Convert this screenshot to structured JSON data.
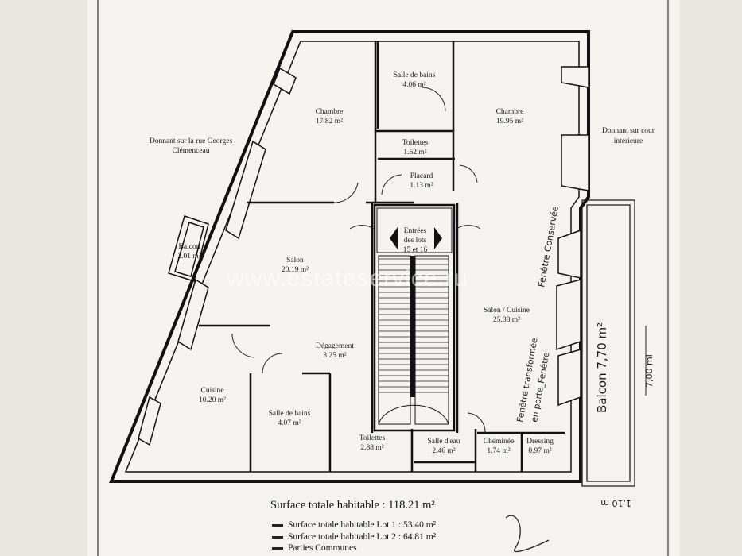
{
  "rooms": [
    {
      "key": "chambre1",
      "name": "Chambre",
      "area": "17.82 m²"
    },
    {
      "key": "sdb1",
      "name": "Salle de bains",
      "area": "4.06 m²"
    },
    {
      "key": "chambre2",
      "name": "Chambre",
      "area": "19.95 m²"
    },
    {
      "key": "toilettes1",
      "name": "Toilettes",
      "area": "1.52 m²"
    },
    {
      "key": "placard",
      "name": "Placard",
      "area": "1.13 m²"
    },
    {
      "key": "balcon",
      "name": "Balcon",
      "area": "2.01 m²"
    },
    {
      "key": "salon",
      "name": "Salon",
      "area": "20.19 m²"
    },
    {
      "key": "salon_cuisine",
      "name": "Salon / Cuisine",
      "area": "25.38 m²"
    },
    {
      "key": "degagement",
      "name": "Dégagement",
      "area": "3.25 m²"
    },
    {
      "key": "cuisine",
      "name": "Cuisine",
      "area": "10.20 m²"
    },
    {
      "key": "sdb2",
      "name": "Salle de bains",
      "area": "4.07 m²"
    },
    {
      "key": "toilettes2",
      "name": "Toilettes",
      "area": "2.88 m²"
    },
    {
      "key": "salle_eau",
      "name": "Salle d'eau",
      "area": "2.46 m²"
    },
    {
      "key": "cheminee",
      "name": "Cheminée",
      "area": "1.74 m²"
    },
    {
      "key": "dressing",
      "name": "Dressing",
      "area": "0.97 m²"
    }
  ],
  "entrance": {
    "line1": "Entrées",
    "line2": "des lots",
    "line3": "15 et 16"
  },
  "street_note": {
    "line1": "Donnant sur la rue Georges",
    "line2": "Clémenceau"
  },
  "court_note": {
    "line1": "Donnant sur cour",
    "line2": "intérieure"
  },
  "handwritten": {
    "fenetre_conservee": "Fenêtre Conservée",
    "fenetre_transformee_1": "Fenêtre transformée",
    "fenetre_transformee_2": "en porte_Fenêtre",
    "balcon_label": "Balcon 7,70 m²",
    "balcon_len": "7,00 ml",
    "balcon_width": "1,10 m"
  },
  "summary": {
    "total": "Surface totale habitable : 118.21 m²",
    "lot1": "Surface totale habitable Lot 1 : 53.40 m²",
    "lot2": "Surface totale habitable Lot 2 : 64.81 m²",
    "communes": "Parties Communes"
  },
  "watermark": "www.estateservice.ru"
}
